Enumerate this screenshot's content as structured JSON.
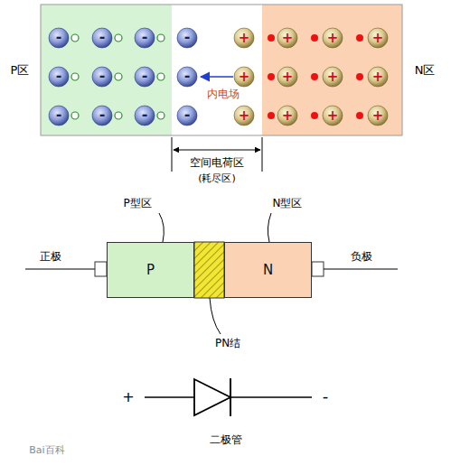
{
  "diagram": {
    "nodes": [
      {
        "text": [
          "P"
        ]
      },
      {
        "text": [
          "N"
        ]
      }
    ],
    "labels": [
      "P区",
      "N区",
      "内电场",
      "空间电荷区",
      "(耗尽区)",
      "P型区",
      "N型区",
      "正极",
      "负极",
      "PN结",
      "+",
      "-",
      "二极管",
      "Bai百科",
      "-",
      "-",
      "-",
      "-",
      "-",
      "-",
      "-",
      "-",
      "-",
      "-",
      "-",
      "-",
      "+",
      "+",
      "+",
      "+",
      "+",
      "+",
      "+",
      "+",
      "+",
      "+",
      "+",
      "+"
    ]
  }
}
